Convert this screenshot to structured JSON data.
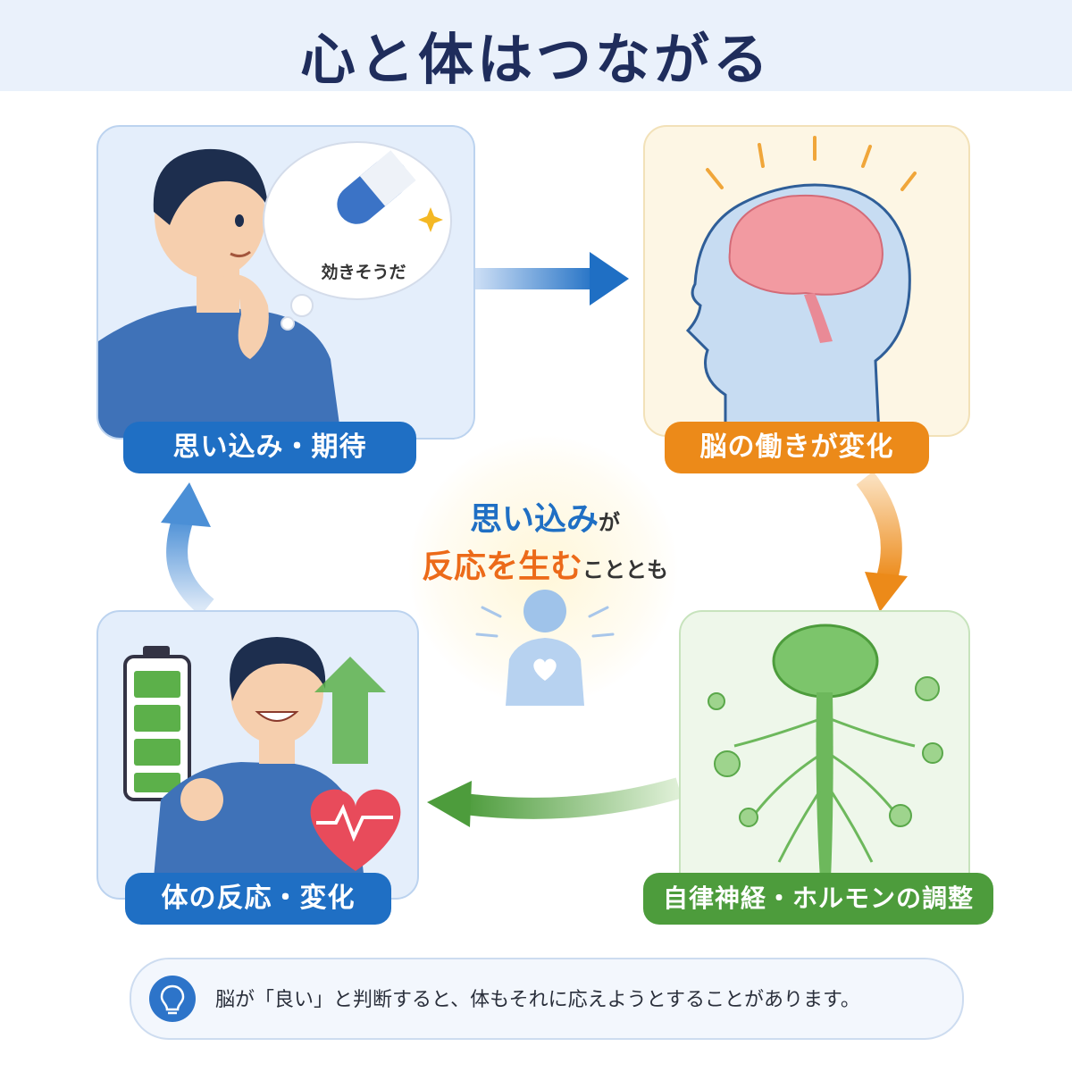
{
  "title": "心と体はつながる",
  "panels": {
    "expectation": {
      "label": "思い込み・期待",
      "bubble_text": "効きそうだ"
    },
    "brain": {
      "label": "脳の働きが変化"
    },
    "nerves": {
      "label": "自律神経・ホルモンの調整"
    },
    "body": {
      "label": "体の反応・変化"
    }
  },
  "center": {
    "line1_emph": "思い込み",
    "line1_rest": "が",
    "line2_emph": "反応を生む",
    "line2_rest": "こととも"
  },
  "footer": {
    "icon": "lightbulb-icon",
    "text": "脳が「良い」と判断すると、体もそれに応えようとすることがあります。"
  },
  "colors": {
    "blue": "#1f6fc4",
    "orange": "#ec8a19",
    "green": "#4d9c3c",
    "title": "#1f2d5c"
  }
}
